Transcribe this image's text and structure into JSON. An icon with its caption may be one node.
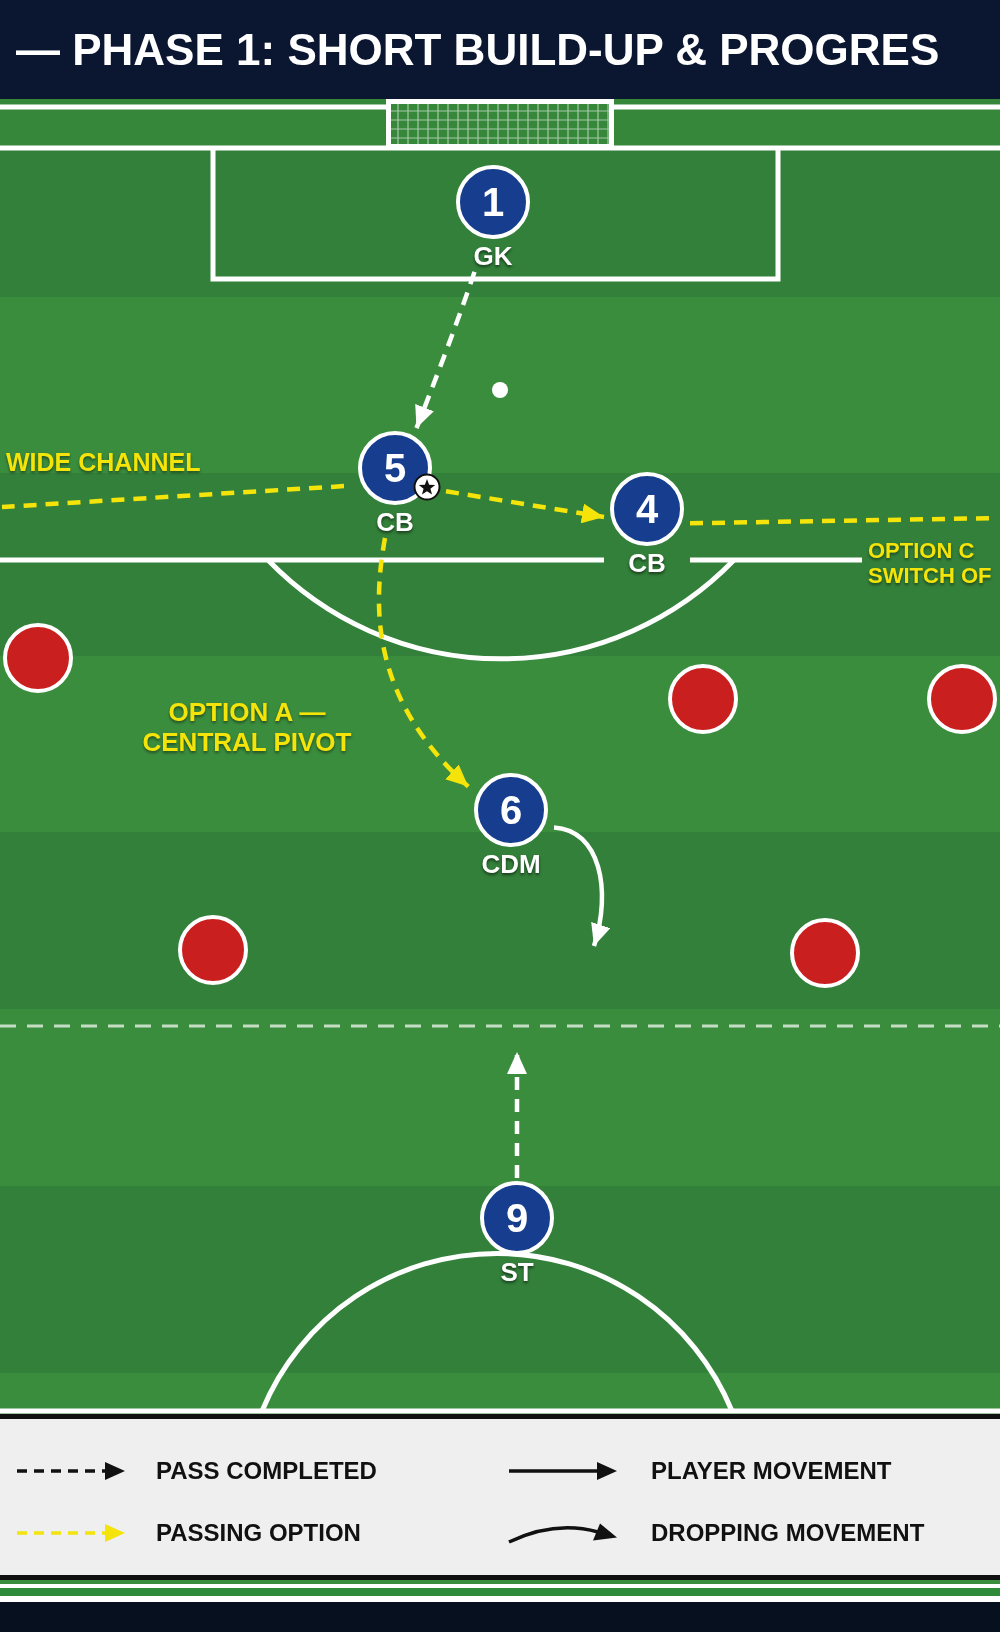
{
  "diagram": {
    "title": "— PHASE 1: SHORT BUILD-UP & PROGRES",
    "nodes": [
      {
        "text": [
          "1"
        ],
        "beside": [
          "GK"
        ]
      },
      {
        "text": [
          "5"
        ],
        "beside": [
          "CB"
        ]
      },
      {
        "text": [
          "4"
        ],
        "beside": [
          "CB"
        ]
      },
      {
        "text": [],
        "shape": "circle"
      },
      {
        "text": [],
        "shape": "circle"
      },
      {
        "text": [],
        "shape": "circle"
      },
      {
        "text": [
          "6"
        ],
        "beside": [
          "CDM"
        ]
      },
      {
        "text": [],
        "shape": "circle"
      },
      {
        "text": [],
        "shape": "circle"
      },
      {
        "text": [
          "9"
        ],
        "beside": [
          "ST"
        ]
      }
    ],
    "edges": [
      {
        "from": 0,
        "to": 1,
        "arrow": "to",
        "style": "dashed",
        "color": "#ffffff"
      },
      {
        "from": 1,
        "to": null,
        "arrow": "none",
        "style": "dashed",
        "label": "WIDE CHANNEL"
      },
      {
        "from": 1,
        "to": 2,
        "arrow": "to",
        "style": "dashed"
      },
      {
        "from": 2,
        "to": null,
        "arrow": "none",
        "style": "dashed",
        "label": "OPTION C SWITCH OF"
      },
      {
        "from": 1,
        "to": 6,
        "arrow": "to",
        "style": "dashed",
        "label": "OPTION A — CENTRAL PIVOT"
      },
      {
        "from": 6,
        "to": null,
        "arrow": "to",
        "color": "#ffffff"
      },
      {
        "from": 9,
        "to": null,
        "arrow": "to",
        "style": "dashed",
        "color": "#ffffff"
      }
    ],
    "legend": [
      {
        "text": "PASS COMPLETED"
      },
      {
        "text": "PLAYER MOVEMENT"
      },
      {
        "text": "PASSING OPTION"
      },
      {
        "text": "DROPPING MOVEMENT"
      }
    ]
  }
}
